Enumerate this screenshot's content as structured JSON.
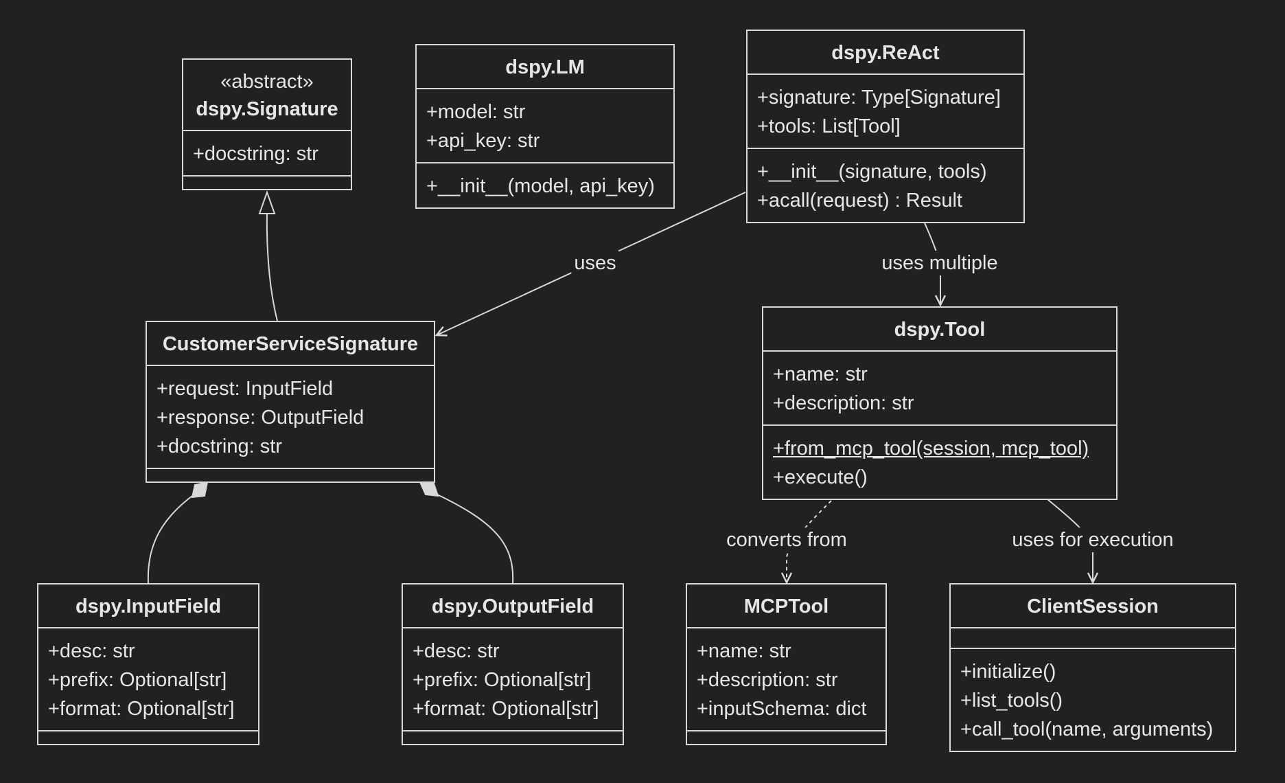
{
  "classes": {
    "signature": {
      "stereotype": "«abstract»",
      "name": "dspy.Signature",
      "attributes": [
        "+docstring: str"
      ],
      "methods": []
    },
    "lm": {
      "name": "dspy.LM",
      "attributes": [
        "+model: str",
        "+api_key: str"
      ],
      "methods": [
        "+__init__(model, api_key)"
      ]
    },
    "react": {
      "name": "dspy.ReAct",
      "attributes": [
        "+signature: Type[Signature]",
        "+tools: List[Tool]"
      ],
      "methods": [
        "+__init__(signature, tools)",
        "+acall(request) : Result"
      ]
    },
    "customer": {
      "name": "CustomerServiceSignature",
      "attributes": [
        "+request: InputField",
        "+response: OutputField",
        "+docstring: str"
      ],
      "methods": []
    },
    "tool": {
      "name": "dspy.Tool",
      "attributes": [
        "+name: str",
        "+description: str"
      ],
      "methods": [
        "+from_mcp_tool(session, mcp_tool)",
        "+execute()"
      ]
    },
    "inputfield": {
      "name": "dspy.InputField",
      "attributes": [
        "+desc: str",
        "+prefix: Optional[str]",
        "+format: Optional[str]"
      ],
      "methods": []
    },
    "outputfield": {
      "name": "dspy.OutputField",
      "attributes": [
        "+desc: str",
        "+prefix: Optional[str]",
        "+format: Optional[str]"
      ],
      "methods": []
    },
    "mcptool": {
      "name": "MCPTool",
      "attributes": [
        "+name: str",
        "+description: str",
        "+inputSchema: dict"
      ],
      "methods": []
    },
    "clientsession": {
      "name": "ClientSession",
      "attributes": [],
      "methods": [
        "+initialize()",
        "+list_tools()",
        "+call_tool(name, arguments)"
      ]
    }
  },
  "edges": {
    "uses": "uses",
    "uses_multiple": "uses multiple",
    "converts_from": "converts from",
    "uses_for_execution": "uses for execution"
  }
}
